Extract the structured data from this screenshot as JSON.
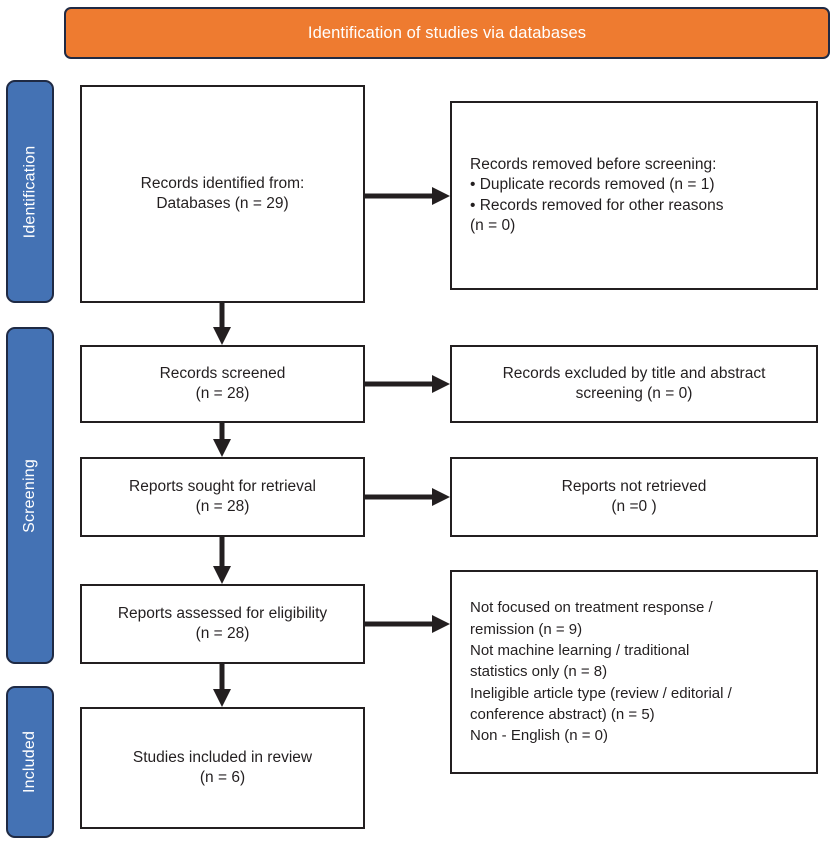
{
  "diagram": {
    "type": "prisma-flow-diagram",
    "title": "Identification of studies via databases"
  },
  "header": {
    "banner_label": "Identification of studies via databases",
    "banner_color": "#ee7b30",
    "banner_text_color": "#ffffff"
  },
  "stages": {
    "bar_color": "#4472b4",
    "bar_text_color": "#ffffff",
    "items": [
      {
        "label": "Identification"
      },
      {
        "label": "Screening"
      },
      {
        "label": "Included"
      }
    ]
  },
  "boxes": {
    "identified": {
      "text": "Records identified from:\nDatabases (n = 29)"
    },
    "removed": {
      "text": "Records removed before screening:\n• Duplicate records removed (n = 1)\n• Records removed for other reasons\n   (n = 0)"
    },
    "screened": {
      "text": "Records screened\n(n = 28)"
    },
    "excluded": {
      "text": "Records excluded by title and abstract\nscreening (n = 0)"
    },
    "sought": {
      "text": "Reports sought for retrieval\n(n = 28)"
    },
    "not_retrieved": {
      "text": "Reports not retrieved\n(n =0 )"
    },
    "assessed": {
      "text": "Reports assessed for eligibility\n(n = 28)"
    },
    "reasons": {
      "text": "Not focused on treatment response /\nremission (n = 9)\nNot machine learning / traditional\nstatistics only (n = 8)\nIneligible article type (review / editorial /\nconference abstract) (n = 5)\nNon - English (n = 0)"
    },
    "included": {
      "text": "Studies included in review\n(n = 6)"
    }
  },
  "counts": {
    "records_identified_databases": 29,
    "duplicate_records_removed": 1,
    "records_removed_other_reasons": 0,
    "records_screened": 28,
    "records_excluded_title_abstract": 0,
    "reports_sought_for_retrieval": 28,
    "reports_not_retrieved": 0,
    "reports_assessed_for_eligibility": 28,
    "excluded_not_treatment_response_remission": 9,
    "excluded_not_machine_learning": 8,
    "excluded_ineligible_article_type": 5,
    "excluded_non_english": 0,
    "studies_included_in_review": 6
  }
}
